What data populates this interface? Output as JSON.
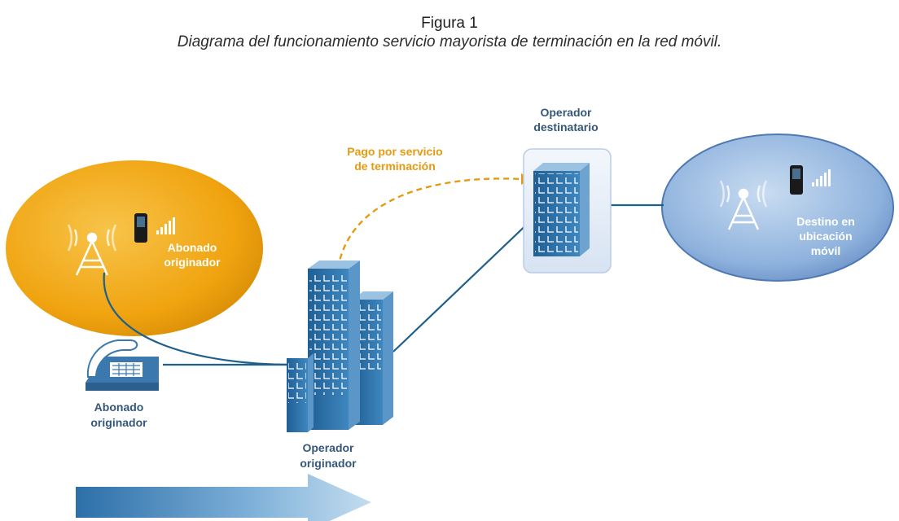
{
  "figure": {
    "number": "Figura 1",
    "caption": "Diagrama del funcionamiento servicio mayorista de terminación en la red móvil."
  },
  "labels": {
    "payment_line1": "Pago por servicio",
    "payment_line2": "de terminación",
    "dest_operator_line1": "Operador",
    "dest_operator_line2": "destinatario",
    "mobile_origin_line1": "Abonado",
    "mobile_origin_line2": "originador",
    "fixed_origin_line1": "Abonado",
    "fixed_origin_line2": "originador",
    "orig_operator_line1": "Operador",
    "orig_operator_line2": "originador",
    "destination_line1": "Destino en",
    "destination_line2": "ubicación",
    "destination_line3": "móvil"
  },
  "colors": {
    "orange_zone": "#f0a30f",
    "blue_zone": "#7ea4d4",
    "network_line": "#1f5f8b",
    "payment_arrow": "#e49b0f",
    "building": "#2d6fa3"
  }
}
